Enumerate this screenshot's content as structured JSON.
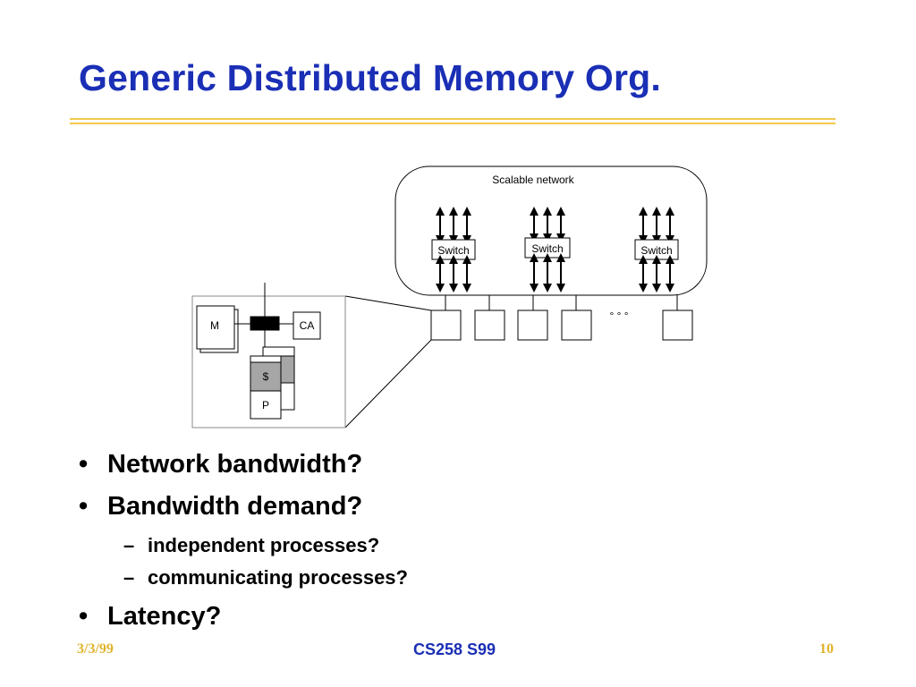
{
  "slide": {
    "title": "Generic Distributed Memory Org."
  },
  "diagram": {
    "network_label": "Scalable network",
    "switch_labels": [
      "Switch",
      "Switch",
      "Switch"
    ],
    "node_labels": {
      "memory": "M",
      "comm_assist": "CA",
      "cache": "$",
      "processor": "P"
    },
    "ellipsis": "° ° °"
  },
  "bullets": [
    {
      "text": "Network bandwidth?",
      "level": 1
    },
    {
      "text": "Bandwidth demand?",
      "level": 1
    },
    {
      "text": "independent processes?",
      "level": 2
    },
    {
      "text": "communicating processes?",
      "level": 2
    },
    {
      "text": "Latency?",
      "level": 1
    }
  ],
  "bullet_symbols": {
    "level1": "•",
    "level2": "–"
  },
  "footer": {
    "date": "3/3/99",
    "course": "CS258 S99",
    "page": "10"
  },
  "colors": {
    "title": "#1a2fb5",
    "rule": "#f2c94a",
    "footer_accent": "#e0b42c",
    "cache_fill": "#a6a6a6"
  }
}
